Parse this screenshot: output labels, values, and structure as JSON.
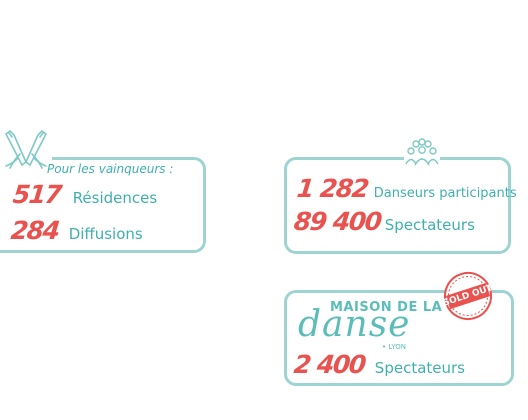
{
  "card_winners": {
    "intro": "Pour les vainqueurs :",
    "stats": [
      {
        "value": "517",
        "label": "Résidences"
      },
      {
        "value": "284",
        "label": "Diffusions"
      }
    ]
  },
  "card_dancers": {
    "stats": [
      {
        "value": "1 282",
        "label": "Danseurs participants"
      },
      {
        "value": "89 400",
        "label": "Spectateurs"
      }
    ]
  },
  "card_maison": {
    "logo": {
      "title": "MAISON DE LA",
      "script": "danse",
      "sub": "• LYON"
    },
    "badge": "SOLD OUT",
    "stats": [
      {
        "value": "2 400",
        "label": "Spectateurs"
      }
    ]
  },
  "colors": {
    "accent_red": "#e8524f",
    "teal_text": "#3fb0ad",
    "card_border": "#9dd4d2"
  },
  "icons": [
    "crossed-pointe-shoes-icon",
    "crowd-icon",
    "sold-out-stamp"
  ]
}
